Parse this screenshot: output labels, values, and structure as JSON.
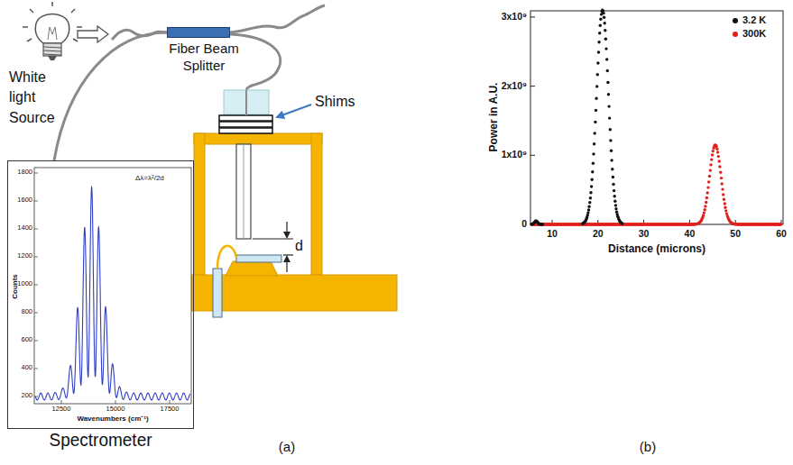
{
  "diagram": {
    "nodes": [
      {
        "text": [
          "Fiber Beam Splitter"
        ]
      },
      {
        "text": [
          "Spectrometer"
        ]
      }
    ],
    "edges": [
      {
        "from": 0,
        "to": 1,
        "arrow": "none"
      }
    ],
    "labels": [
      "White light Source",
      "Shims",
      "d",
      "Δλ=λ²/2d",
      "Counts",
      "Wavenumbers (cm⁻¹)",
      "12500",
      "15000",
      "17500",
      "200",
      "400",
      "600",
      "800",
      "1000",
      "1200",
      "1400",
      "1600",
      "1800",
      "(a)",
      "Power in A.U.",
      "Distance (microns)",
      "3x10⁹",
      "2x10⁹",
      "1x10⁹",
      "0",
      "10",
      "20",
      "30",
      "40",
      "50",
      "60",
      "(b)"
    ],
    "legend": [
      {
        "text": "3.2 K",
        "color": "#111111"
      },
      {
        "text": "300K",
        "color": "#e0201b"
      }
    ]
  }
}
